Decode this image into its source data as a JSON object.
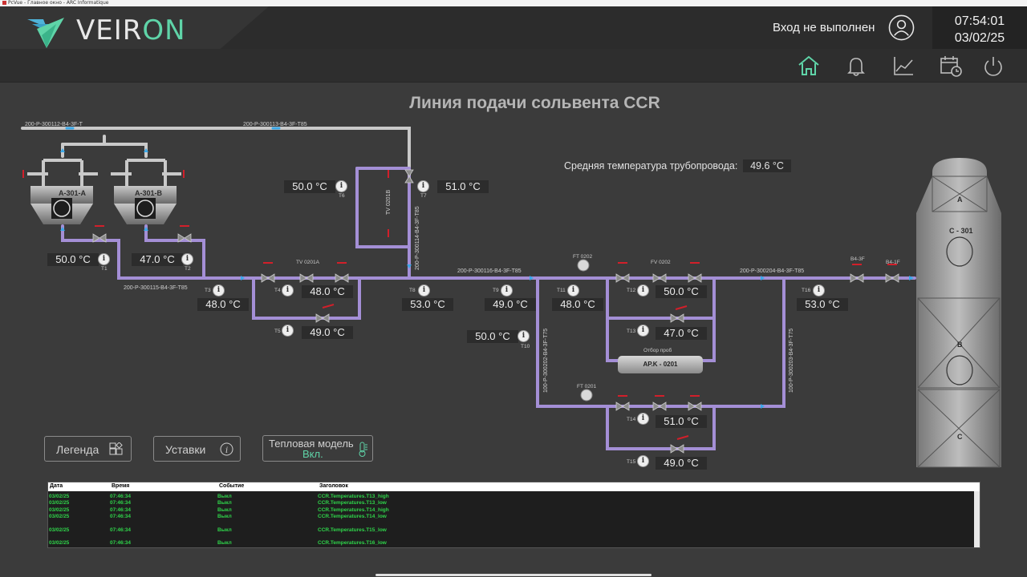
{
  "window": {
    "title": "PcVue - Главное окно - ARC Informatique"
  },
  "header": {
    "brand_prefix": "VEIR",
    "brand_accent": "ON",
    "login_status": "Вход не выполнен",
    "time": "07:54:01",
    "date": "03/02/25",
    "accent_color": "#5fd4a8"
  },
  "nav": [
    {
      "name": "home-icon",
      "active": true
    },
    {
      "name": "bell-icon",
      "active": false
    },
    {
      "name": "chart-icon",
      "active": false
    },
    {
      "name": "calendar-clock-icon",
      "active": false
    },
    {
      "name": "power-icon",
      "active": false
    }
  ],
  "page": {
    "title": "Линия подачи сольвента CCR",
    "avg_temp_label": "Средняя температура трубопровода:",
    "avg_temp_value": "49.6  °C"
  },
  "equipment": {
    "cooler_a": "A-301-A",
    "cooler_b": "A-301-B",
    "column": "C - 301",
    "section_a": "A",
    "section_b": "B",
    "section_c": "C",
    "sample_label": "Отбор проб",
    "sample_box": "AP.K - 0201",
    "tv_0201a": "TV 0201A",
    "tv_0201b": "TV 0201B",
    "fv_0202": "FV 0202",
    "ft_0202": "FT 0202",
    "ft_0201": "FT 0201",
    "b4_3f": "B4-3F",
    "b4_1f": "B4-1F"
  },
  "pipelines": {
    "p1": "200-P-300112-B4-3F-T",
    "p2": "200-P-300113-B4-3F-T85",
    "p3": "200-P-300115-B4-3F-T85",
    "p4": "200-P-300116-B4-3F-T85",
    "p5": "200-P-300204-B4-3F-T85",
    "p6": "200-P-300114-B4-3F-T85",
    "p7": "100-P-300202-B4-3F-T75",
    "p8": "100-P-300203-B4-3F-T75"
  },
  "sensors": {
    "T1": {
      "tag": "T1",
      "value": "50.0  °C"
    },
    "T2": {
      "tag": "T2",
      "value": "47.0  °C"
    },
    "T3": {
      "tag": "T3",
      "value": "48.0  °C"
    },
    "T4": {
      "tag": "T4",
      "value": "48.0  °C"
    },
    "T5": {
      "tag": "T5",
      "value": "49.0  °C"
    },
    "T6": {
      "tag": "T6",
      "value": "50.0  °C"
    },
    "T7": {
      "tag": "T7",
      "value": "51.0  °C"
    },
    "T8": {
      "tag": "T8",
      "value": "53.0  °C"
    },
    "T9": {
      "tag": "T9",
      "value": "49.0  °C"
    },
    "T10": {
      "tag": "T10",
      "value": "50.0  °C"
    },
    "T11": {
      "tag": "T11",
      "value": "48.0  °C"
    },
    "T12": {
      "tag": "T12",
      "value": "50.0  °C"
    },
    "T13": {
      "tag": "T13",
      "value": "47.0  °C"
    },
    "T14": {
      "tag": "T14",
      "value": "51.0  °C"
    },
    "T15": {
      "tag": "T15",
      "value": "49.0  °C"
    },
    "T16": {
      "tag": "T16",
      "value": "53.0  °C"
    }
  },
  "sensor_icon_letter": "i",
  "buttons": {
    "legend": "Легенда",
    "setpoints": "Уставки",
    "thermal_model_title": "Тепловая модель",
    "thermal_model_state": "Вкл."
  },
  "events": {
    "headers": [
      "Дата",
      "Время",
      "Событие",
      "Заголовок"
    ],
    "rows": [
      [
        "03/02/25",
        "07:46:34",
        "Выкл",
        "CCR.Temperatures.T13_high"
      ],
      [
        "03/02/25",
        "07:46:34",
        "Выкл",
        "CCR.Temperatures.T13_low"
      ],
      [
        "03/02/25",
        "07:46:34",
        "Выкл",
        "CCR.Temperatures.T14_high"
      ],
      [
        "03/02/25",
        "07:46:34",
        "Выкл",
        "CCR.Temperatures.T14_low"
      ],
      [
        "03/02/25",
        "07:46:34",
        "Выкл",
        "CCR.Temperatures.T15_low"
      ],
      [
        "03/02/25",
        "07:46:34",
        "Выкл",
        "CCR.Temperatures.T16_low"
      ]
    ],
    "text_color": "#2fd44a"
  }
}
